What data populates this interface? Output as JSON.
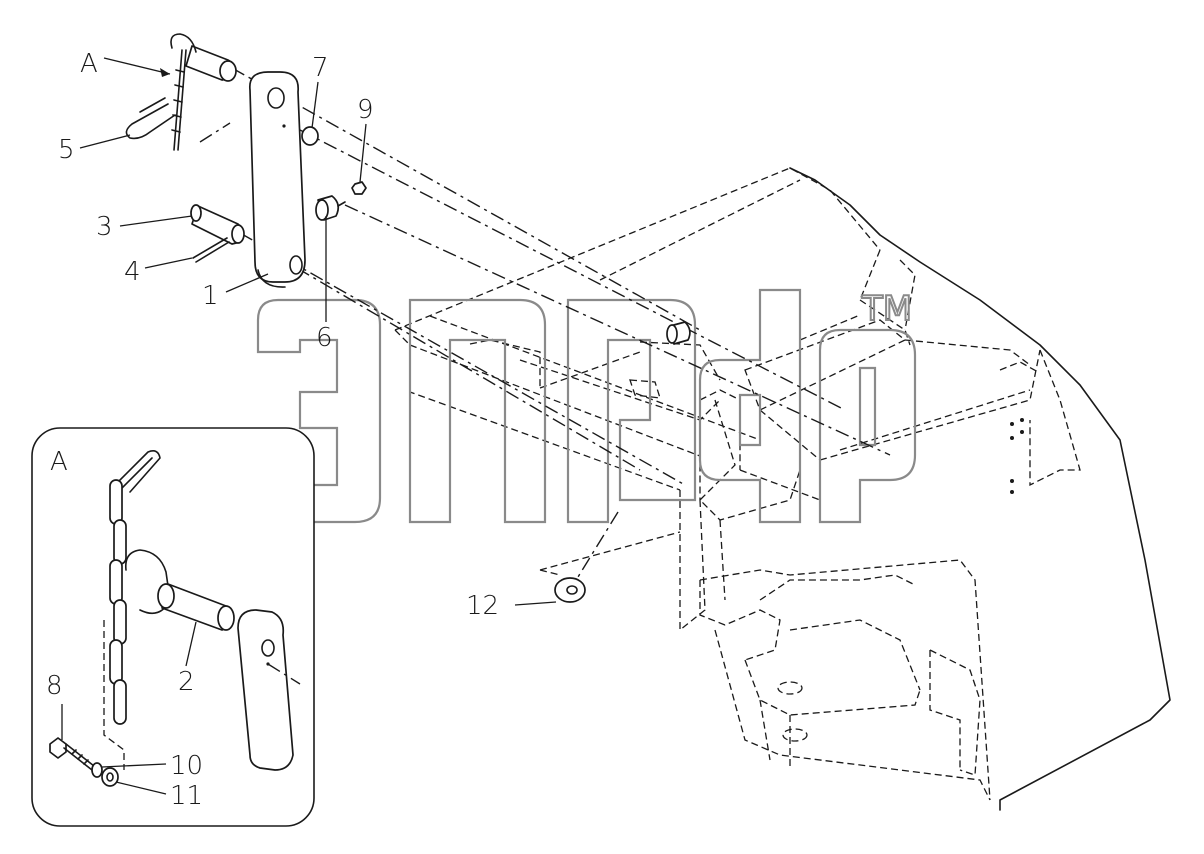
{
  "watermark": {
    "tm": "TM"
  },
  "callouts": [
    {
      "id": "A",
      "label": "A"
    },
    {
      "id": "5",
      "label": "5"
    },
    {
      "id": "3",
      "label": "3"
    },
    {
      "id": "4",
      "label": "4"
    },
    {
      "id": "1",
      "label": "1"
    },
    {
      "id": "7",
      "label": "7"
    },
    {
      "id": "9",
      "label": "9"
    },
    {
      "id": "6",
      "label": "6"
    },
    {
      "id": "12",
      "label": "12"
    }
  ],
  "detail": {
    "title": "A",
    "callouts": [
      {
        "id": "2",
        "label": "2"
      },
      {
        "id": "8",
        "label": "8"
      },
      {
        "id": "10",
        "label": "10"
      },
      {
        "id": "11",
        "label": "11"
      }
    ]
  },
  "colors": {
    "line": "#1a1a1a",
    "watermark": "#8a8a8a",
    "background": "#ffffff"
  }
}
